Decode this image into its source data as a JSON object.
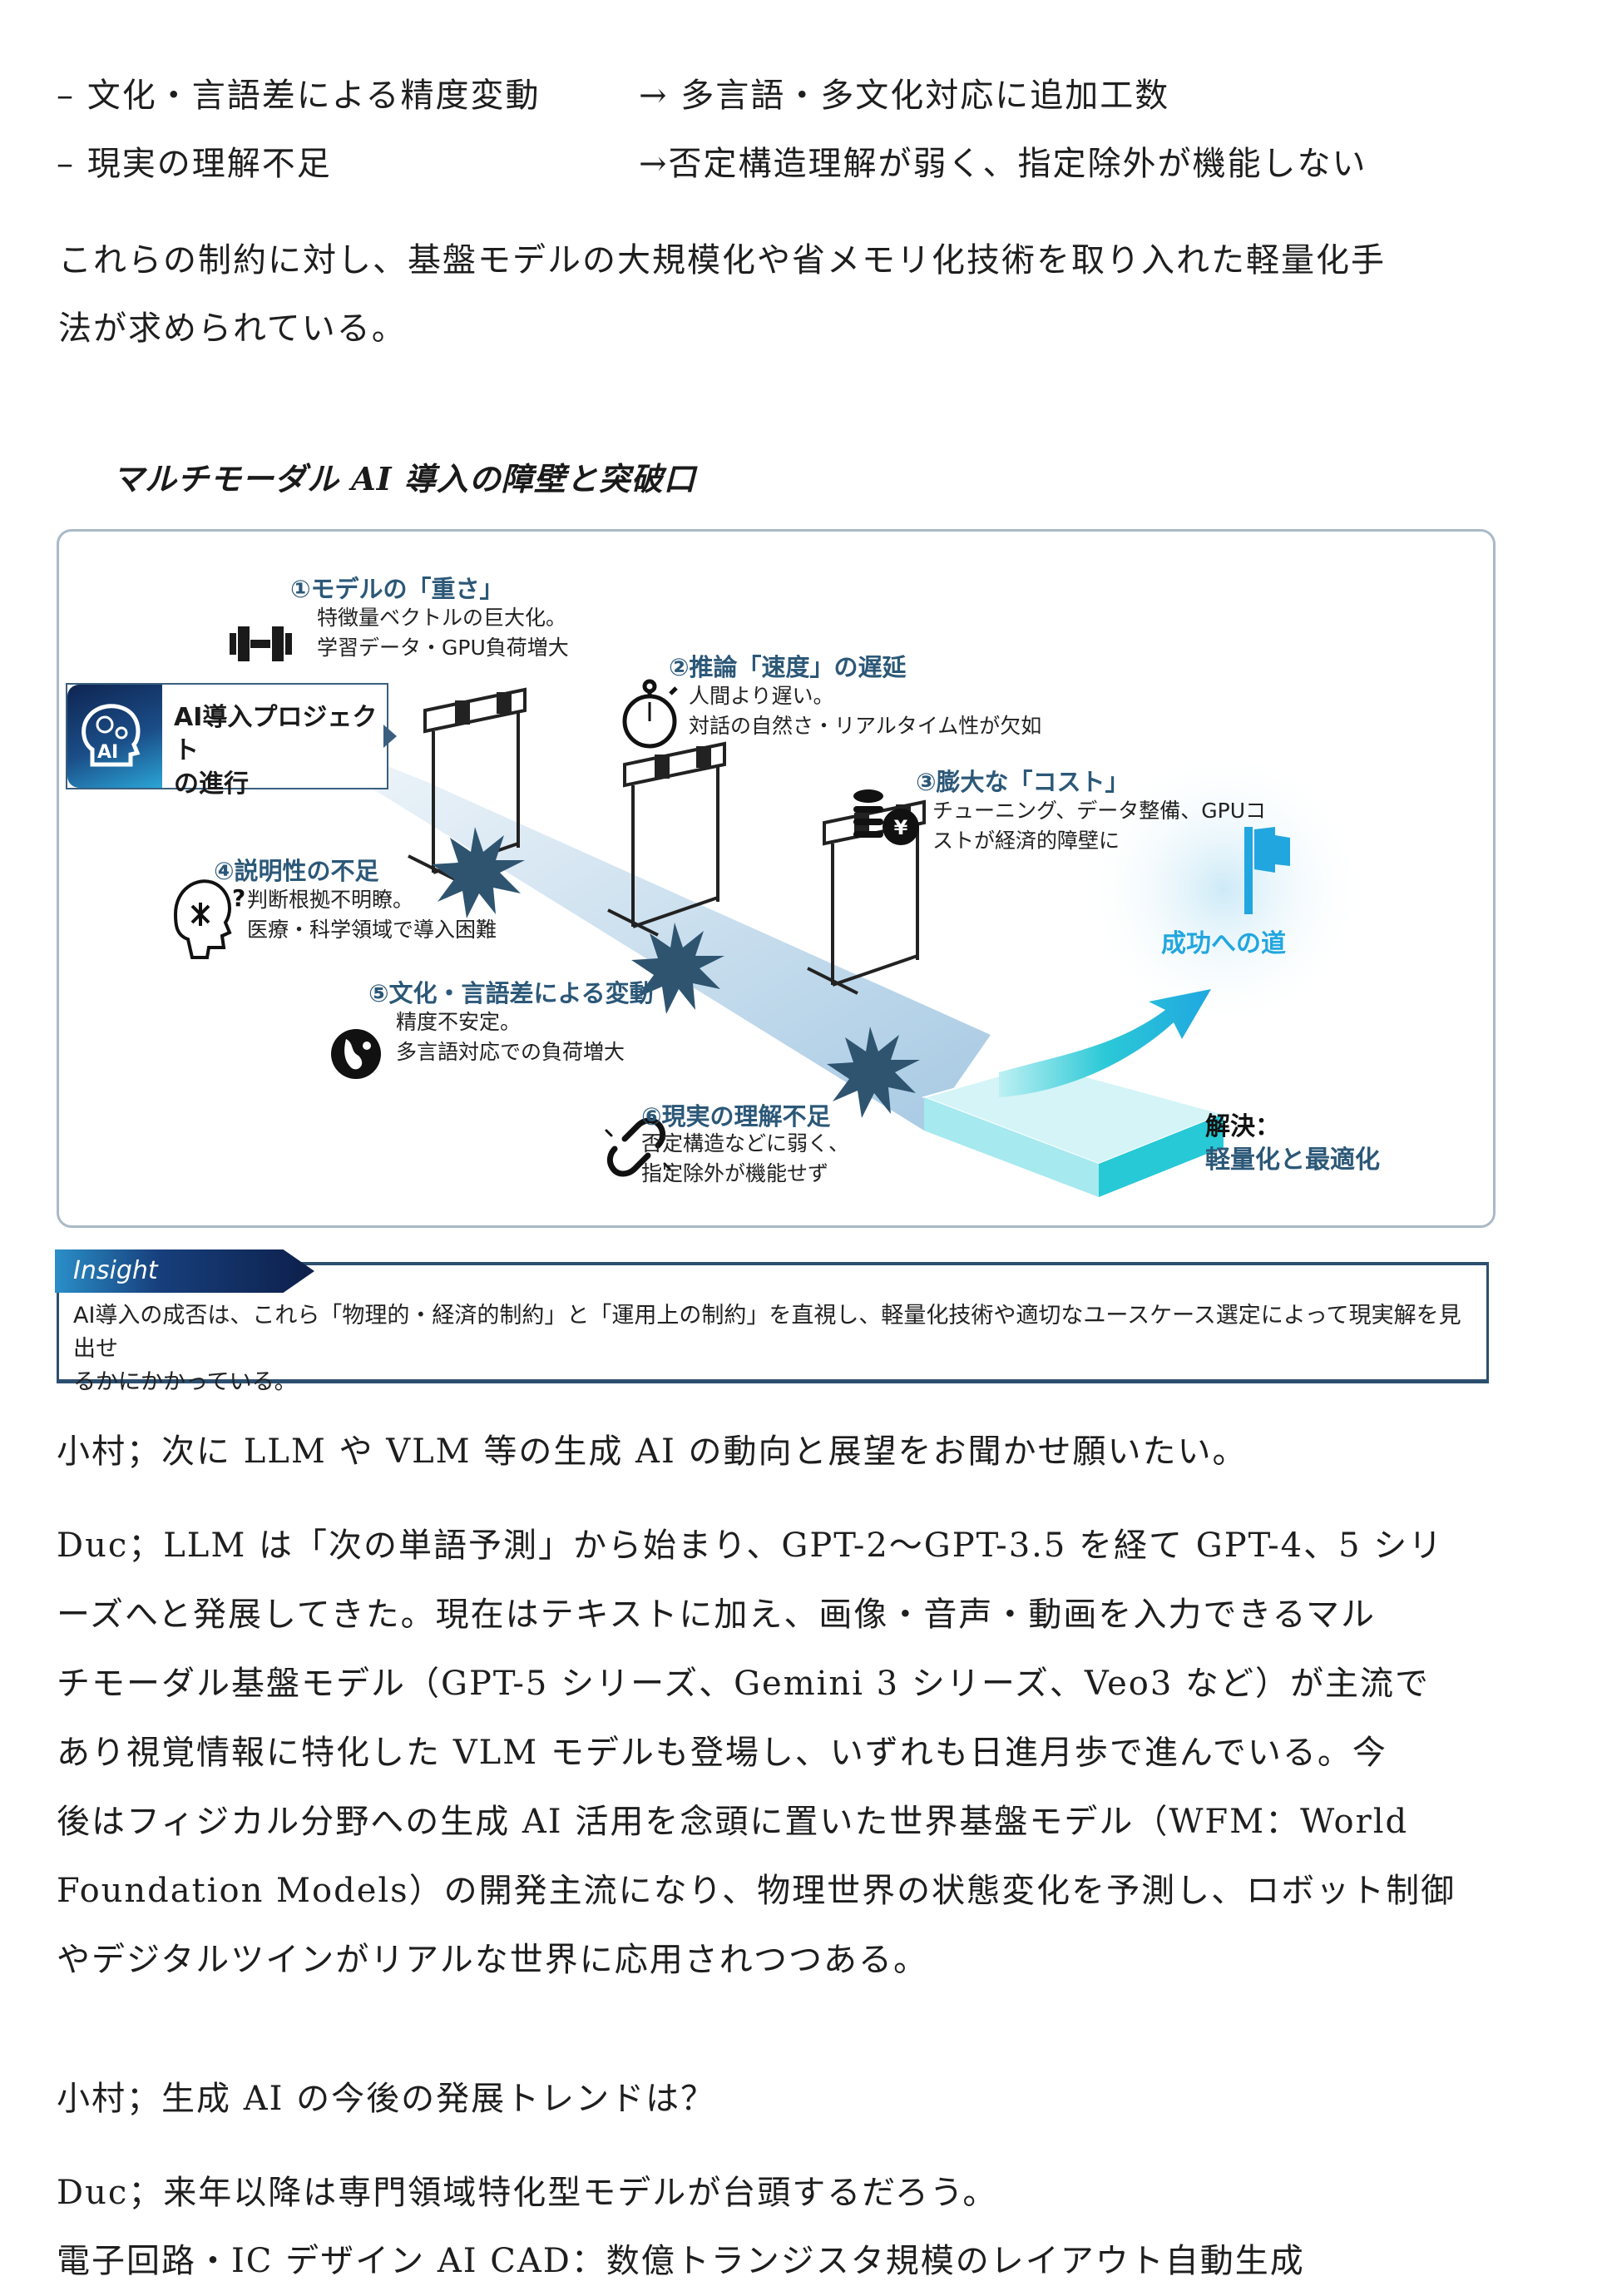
{
  "list_items": [
    {
      "left": "– 文化・言語差による精度変動",
      "right": "→ 多言語・多文化対応に追加工数"
    },
    {
      "left": "– 現実の理解不足",
      "right": "→否定構造理解が弱く、指定除外が機能しない"
    }
  ],
  "paragraph1": {
    "line1": "これらの制約に対し、基盤モデルの大規模化や省メモリ化技術を取り入れた軽量化手",
    "line2": "法が求められている。"
  },
  "figure_caption": "マルチモーダル AI 導入の障壁と突破口",
  "diagram": {
    "project_box": {
      "line1": "AI導入プロジェクト",
      "line2": "の進行",
      "icon": "ai-head-icon"
    },
    "obstacles": [
      {
        "title": "①モデルの「重さ」",
        "line1": "特徴量ベクトルの巨大化。",
        "line2": "学習データ・GPU負荷増大",
        "icon": "dumbbell-icon"
      },
      {
        "title": "②推論「速度」の遅延",
        "line1": "人間より遅い。",
        "line2": "対話の自然さ・リアルタイム性が欠如",
        "icon": "stopwatch-icon"
      },
      {
        "title": "③膨大な「コスト」",
        "line1": "チューニング、データ整備、GPUコ",
        "line2": "ストが経済的障壁に",
        "icon": "yen-coins-icon"
      },
      {
        "title": "④説明性の不足",
        "line1": "判断根拠不明瞭。",
        "line2": "医療・科学領域で導入困難",
        "icon": "head-question-icon"
      },
      {
        "title": "⑤文化・言語差による変動",
        "line1": "精度不安定。",
        "line2": "多言語対応での負荷増大",
        "icon": "globe-icon"
      },
      {
        "title": "⑥現実の理解不足",
        "line1": "否定構造などに弱く、",
        "line2": "指定除外が機能せず",
        "icon": "broken-link-icon"
      }
    ],
    "success_label": "成功への道",
    "solution": {
      "label": "解決：",
      "value": "軽量化と最適化"
    },
    "colors": {
      "title": "#2c5878",
      "burst": "#2e5470",
      "success": "#22a6df",
      "platform": "#27c9d6"
    }
  },
  "insight": {
    "tab_label": "Insight",
    "line1": "AI導入の成否は、これら「物理的・経済的制約」と「運用上の制約」を直視し、軽量化技術や適切なユースケース選定によって現実解を見出せ",
    "line2": "るかにかかっている。"
  },
  "dialogue": [
    {
      "text": "小村；次に LLM や VLM 等の生成 AI の動向と展望をお聞かせ願いたい。"
    },
    {
      "lines": [
        "Duc；LLM は「次の単語予測」から始まり、GPT-2～GPT-3.5 を経て GPT-4、5 シリ",
        "ーズへと発展してきた。現在はテキストに加え、画像・音声・動画を入力できるマル",
        "チモーダル基盤モデル（GPT-5 シリーズ、Gemini 3 シリーズ、Veo3 など）が主流で",
        "あり視覚情報に特化した VLM モデルも登場し、いずれも日進月歩で進んでいる。今",
        "後はフィジカル分野への生成 AI 活用を念頭に置いた世界基盤モデル（WFM：World",
        "Foundation Models）の開発主流になり、物理世界の状態変化を予測し、ロボット制御",
        "やデジタルツインがリアルな世界に応用されつつある。"
      ]
    },
    {
      "text": "小村；生成 AI の今後の発展トレンドは？"
    },
    {
      "text": "Duc；来年以降は専門領域特化型モデルが台頭するだろう。"
    },
    {
      "text": "電子回路・IC デザイン AI CAD：数億トランジスタ規模のレイアウト自動生成"
    }
  ]
}
